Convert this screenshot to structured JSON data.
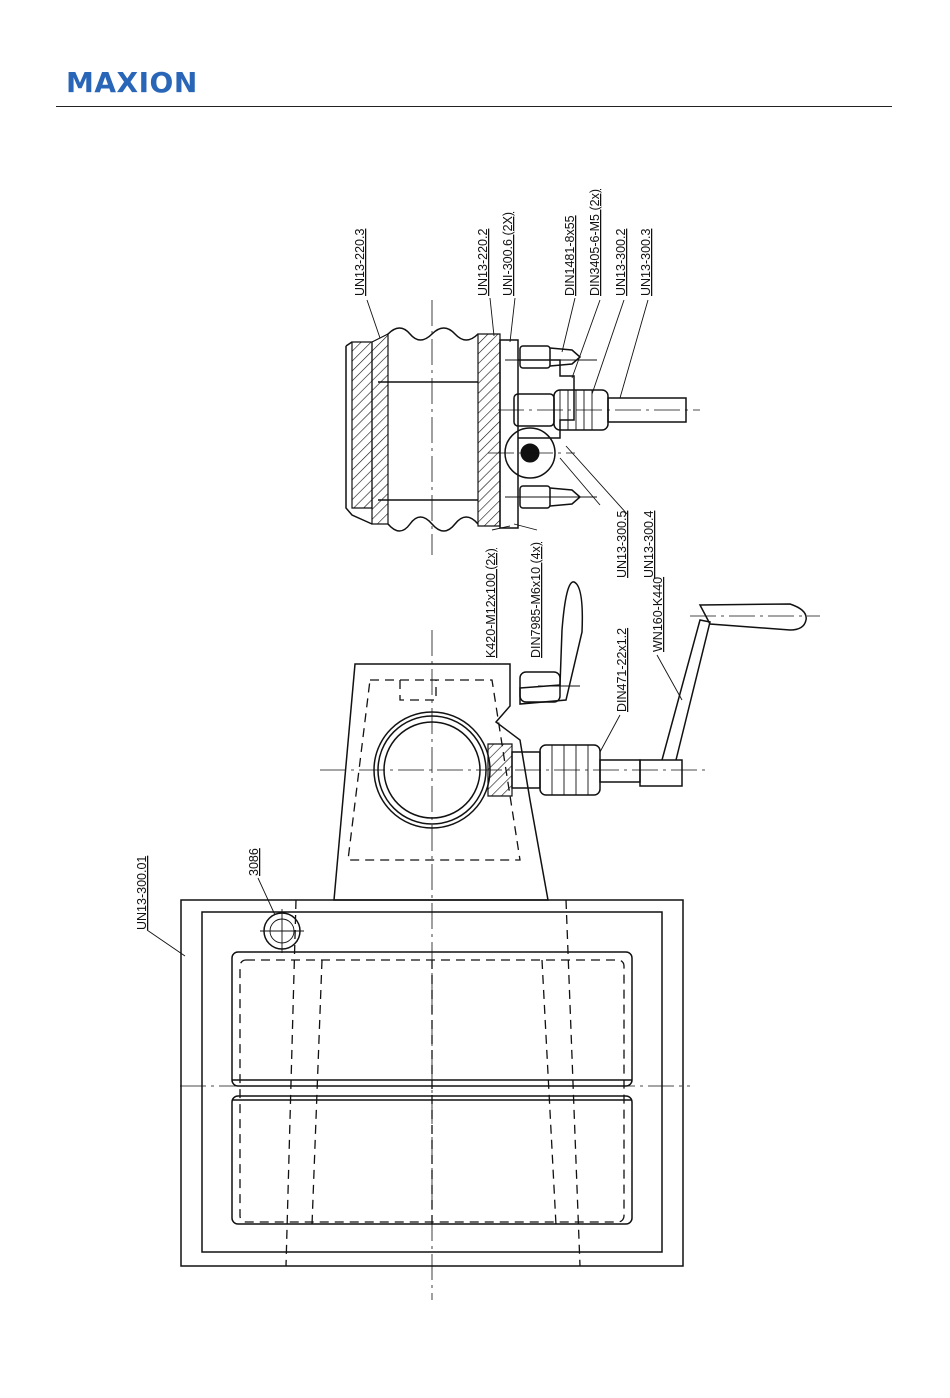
{
  "header": {
    "logo_text": "MAXION",
    "logo_color": "#2a66b8"
  },
  "callouts": {
    "top_group": [
      "UN13-220.3",
      "UN13-220.2",
      "UNI-300.6 (2X)",
      "DIN1481-8x55",
      "DIN3405-6-M5 (2x)",
      "UN13-300.2",
      "UN13-300.3"
    ],
    "bottom_group": [
      "K420-M12x100 (2x)",
      "DIN7985-M6x10 (4x)",
      "UN13-300.5",
      "UN13-300.4"
    ],
    "middle_group": [
      "DIN471-22x1.2",
      "WN160-K440"
    ],
    "base_group": [
      "UN13-300.01",
      "3086"
    ]
  }
}
